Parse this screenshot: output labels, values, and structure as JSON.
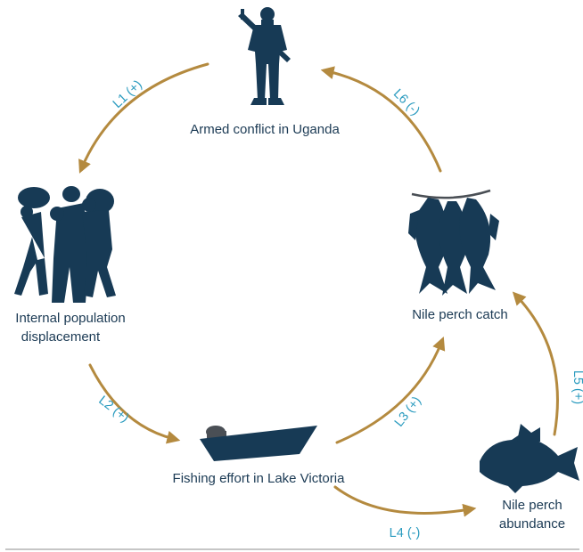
{
  "colors": {
    "figure": "#173a55",
    "arrow": "#b48a3f",
    "link_label": "#2a9bbf",
    "node_text": "#1b3a54",
    "rule": "#8d8d8d"
  },
  "nodes": {
    "conflict": {
      "label": "Armed conflict in Uganda",
      "icon": "armed-soldier-icon"
    },
    "displacement": {
      "label_line1": "Internal population",
      "label_line2": "displacement",
      "icon": "displaced-people-icon"
    },
    "effort": {
      "label": "Fishing effort in Lake Victoria",
      "icon": "fishing-boat-icon"
    },
    "catch": {
      "label": "Nile perch catch",
      "icon": "hanging-fish-icon"
    },
    "abundance": {
      "label_line1": "Nile perch",
      "label_line2": "abundance",
      "icon": "perch-fish-icon"
    }
  },
  "links": [
    {
      "id": "L1",
      "label": "L1 (+)"
    },
    {
      "id": "L2",
      "label": "L2 (+)"
    },
    {
      "id": "L3",
      "label": "L3 (+)"
    },
    {
      "id": "L4",
      "label": "L4 (-)"
    },
    {
      "id": "L5",
      "label": "L5 (+)"
    },
    {
      "id": "L6",
      "label": "L6 (-)"
    }
  ]
}
